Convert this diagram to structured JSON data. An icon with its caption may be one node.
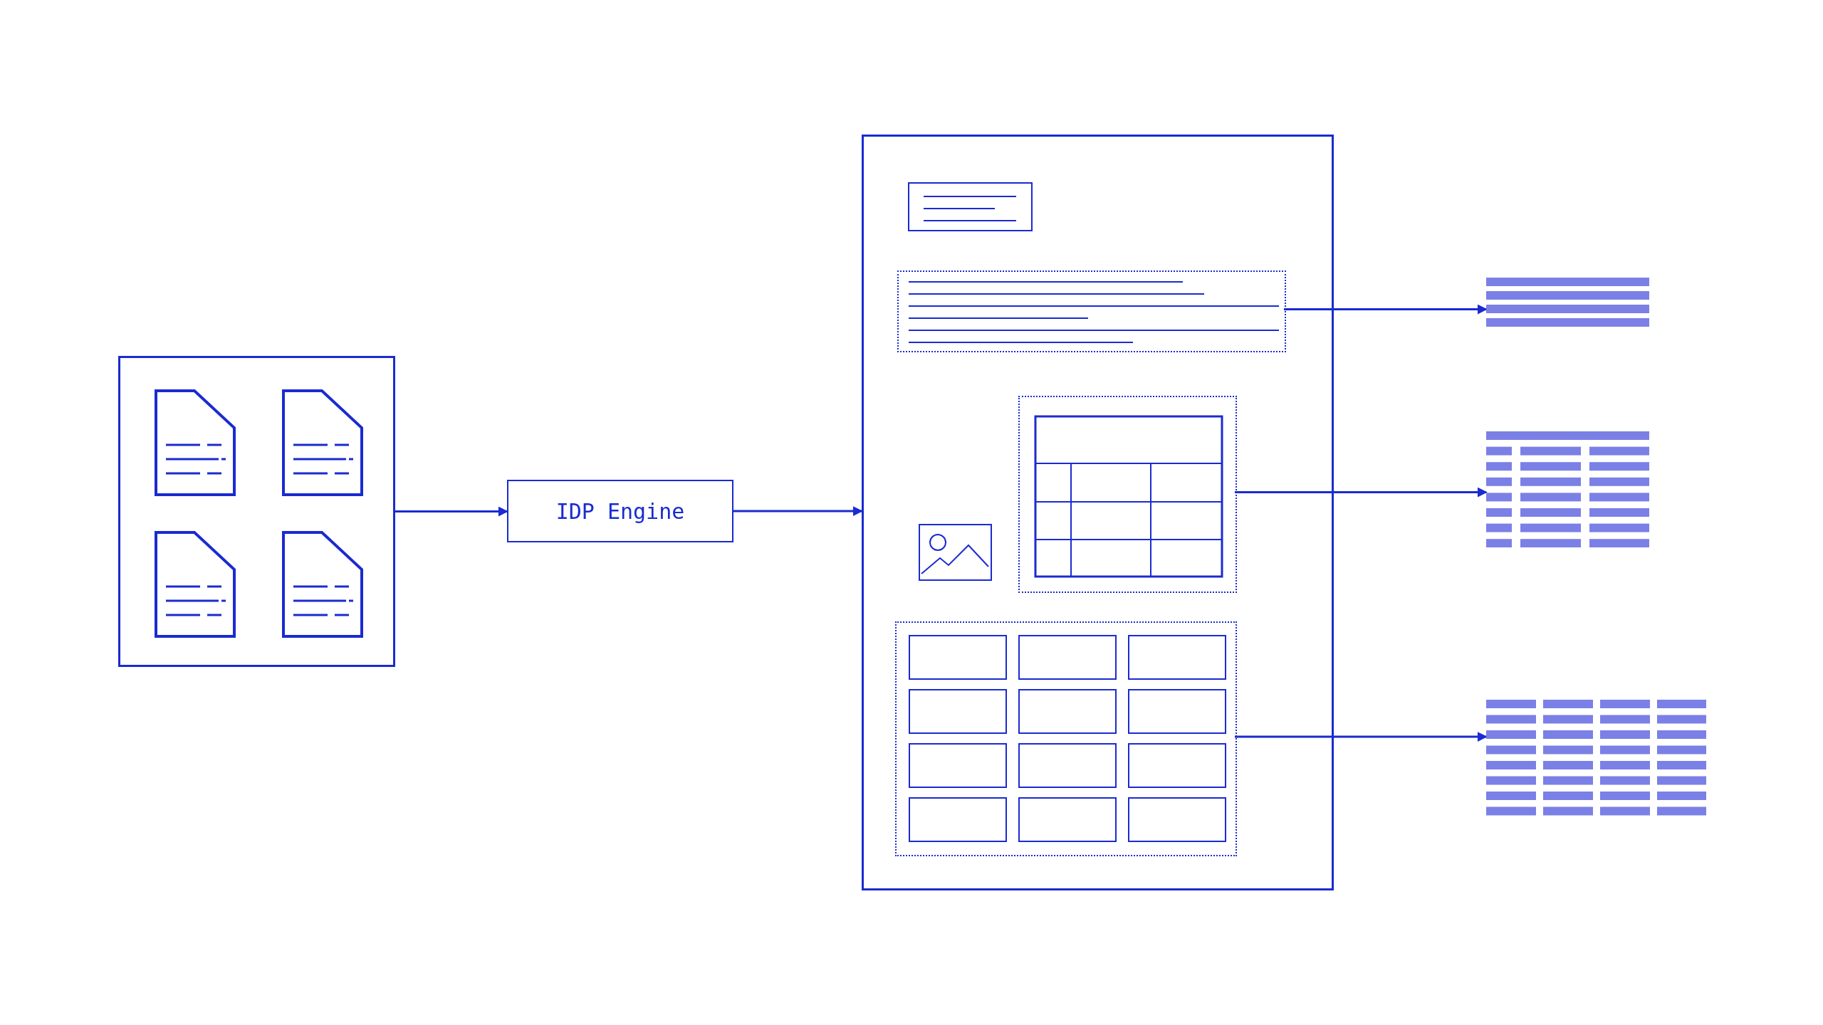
{
  "diagram": {
    "nodes": [
      {
        "text": [],
        "shape": "box"
      },
      {
        "text": [],
        "shape": "picture",
        "in": 0
      },
      {
        "text": [],
        "shape": "picture",
        "in": 0
      },
      {
        "text": [],
        "shape": "picture",
        "in": 0
      },
      {
        "text": [],
        "shape": "picture",
        "in": 0
      },
      {
        "text": [
          "IDP Engine"
        ]
      },
      {
        "text": [],
        "shape": "box"
      },
      {
        "text": [],
        "shape": "box",
        "in": 6
      },
      {
        "text": [],
        "shape": "box",
        "in": 6
      },
      {
        "text": [],
        "shape": "box",
        "in": 6
      },
      {
        "text": [],
        "shape": "picture",
        "in": 6
      },
      {
        "text": [],
        "shape": "box",
        "in": 6
      },
      {
        "text": [],
        "shape": "picture"
      },
      {
        "text": [],
        "shape": "picture"
      },
      {
        "text": [],
        "shape": "picture"
      }
    ],
    "edges": [
      {
        "from": 0,
        "to": 5,
        "arrow": "to"
      },
      {
        "from": 5,
        "to": 6,
        "arrow": "to"
      },
      {
        "from": 8,
        "to": 12,
        "arrow": "to"
      },
      {
        "from": 9,
        "to": 13,
        "arrow": "to"
      },
      {
        "from": 11,
        "to": 14,
        "arrow": "to"
      }
    ]
  }
}
